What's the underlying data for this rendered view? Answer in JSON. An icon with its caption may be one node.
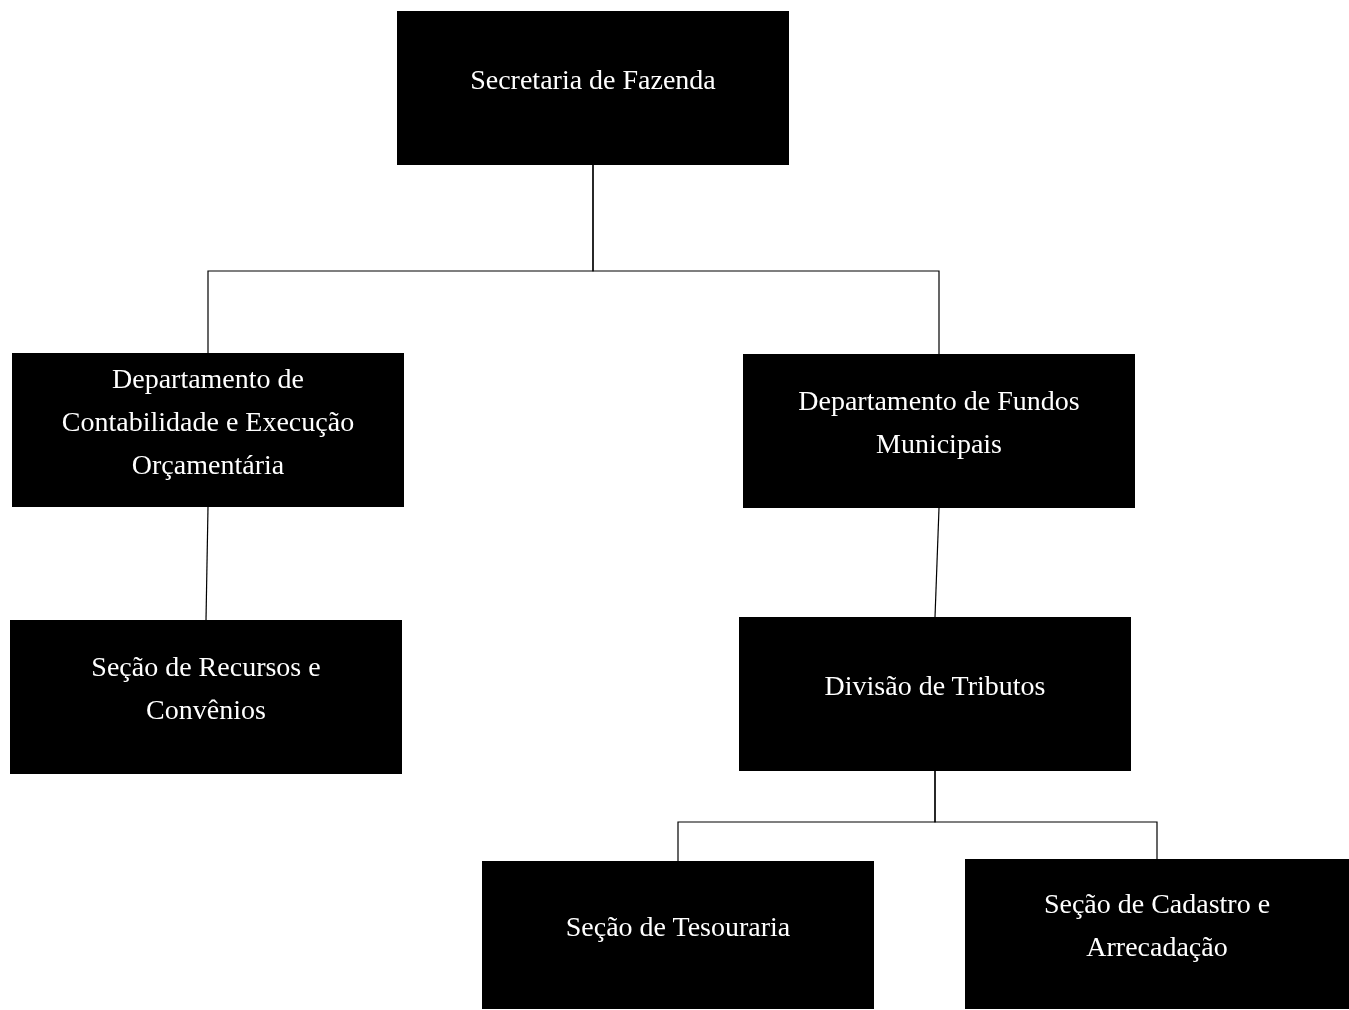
{
  "diagram": {
    "nodes": [
      {
        "text": [
          "Secretaria de Fazenda"
        ]
      },
      {
        "text": [
          "Departamento de Contabilidade e Execução Orçamentária"
        ]
      },
      {
        "text": [
          "Departamento de Fundos Municipais"
        ]
      },
      {
        "text": [
          "Seção de Recursos e Convênios"
        ]
      },
      {
        "text": [
          "Divisão de Tributos"
        ]
      },
      {
        "text": [
          "Seção de Tesouraria"
        ]
      },
      {
        "text": [
          "Seção de Cadastro e Arrecadação"
        ]
      }
    ],
    "edges": [
      {
        "from": 0,
        "to": 1,
        "arrow": "none"
      },
      {
        "from": 0,
        "to": 2,
        "arrow": "none"
      },
      {
        "from": 1,
        "to": 3,
        "arrow": "none"
      },
      {
        "from": 2,
        "to": 4,
        "arrow": "none"
      },
      {
        "from": 4,
        "to": 5,
        "arrow": "none"
      },
      {
        "from": 4,
        "to": 6,
        "arrow": "none"
      }
    ]
  }
}
